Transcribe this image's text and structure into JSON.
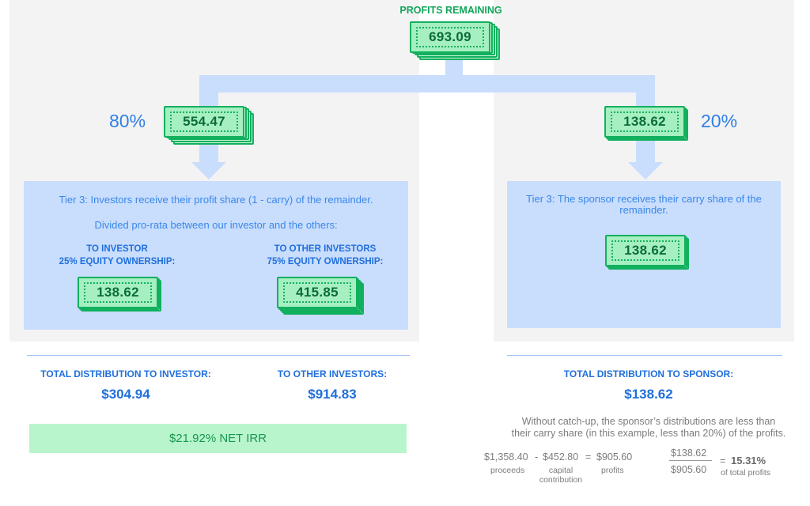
{
  "top": {
    "label": "PROFITS REMAINING",
    "amount": "693.09"
  },
  "left_split": {
    "percent": "80%",
    "amount": "554.47"
  },
  "right_split": {
    "percent": "20%",
    "amount": "138.62"
  },
  "investor_tier": {
    "line1": "Tier 3: Investors receive their profit share (1 - carry) of the remainder.",
    "line2": "Divided pro-rata between our investor and the others:",
    "to_investor": {
      "heading_line1": "TO INVESTOR",
      "heading_line2": "25% EQUITY OWNERSHIP:",
      "amount": "138.62"
    },
    "to_others": {
      "heading_line1": "TO OTHER INVESTORS",
      "heading_line2": "75% EQUITY OWNERSHIP:",
      "amount": "415.85"
    }
  },
  "sponsor_tier": {
    "line1": "Tier 3: The sponsor receives their carry share of the",
    "line2": "remainder.",
    "amount": "138.62"
  },
  "totals": {
    "investor_label": "TOTAL DISTRIBUTION TO INVESTOR:",
    "investor_value": "$304.94",
    "others_label": "TO OTHER INVESTORS:",
    "others_value": "$914.83",
    "sponsor_label": "TOTAL DISTRIBUTION TO SPONSOR:",
    "sponsor_value": "$138.62"
  },
  "irr": {
    "text": "$21.92% NET IRR"
  },
  "note": {
    "line1": "Without catch-up, the sponsor’s distributions are less than",
    "line2": "their carry share (in this example, less than 20%) of the profits."
  },
  "equation": {
    "proceeds_value": "$1,358.40",
    "minus": "-",
    "capital_value": "$452.80",
    "equals1": "=",
    "profits_value": "$905.60",
    "proceeds_label": "proceeds",
    "capital_label_line1": "capital",
    "capital_label_line2": "contribution",
    "profits_label": "profits",
    "numerator": "$138.62",
    "denominator": "$905.60",
    "equals2": "=",
    "result_value": "15.31%",
    "result_label": "of total profits"
  },
  "colors": {
    "connector": "#c9ddfd",
    "panel_background": "#f3f3f3",
    "bill_fill": "#a6efc0",
    "bill_border": "#11b05f",
    "accent_blue": "#2f7fe7",
    "irr_fill": "#b8f5cc"
  }
}
